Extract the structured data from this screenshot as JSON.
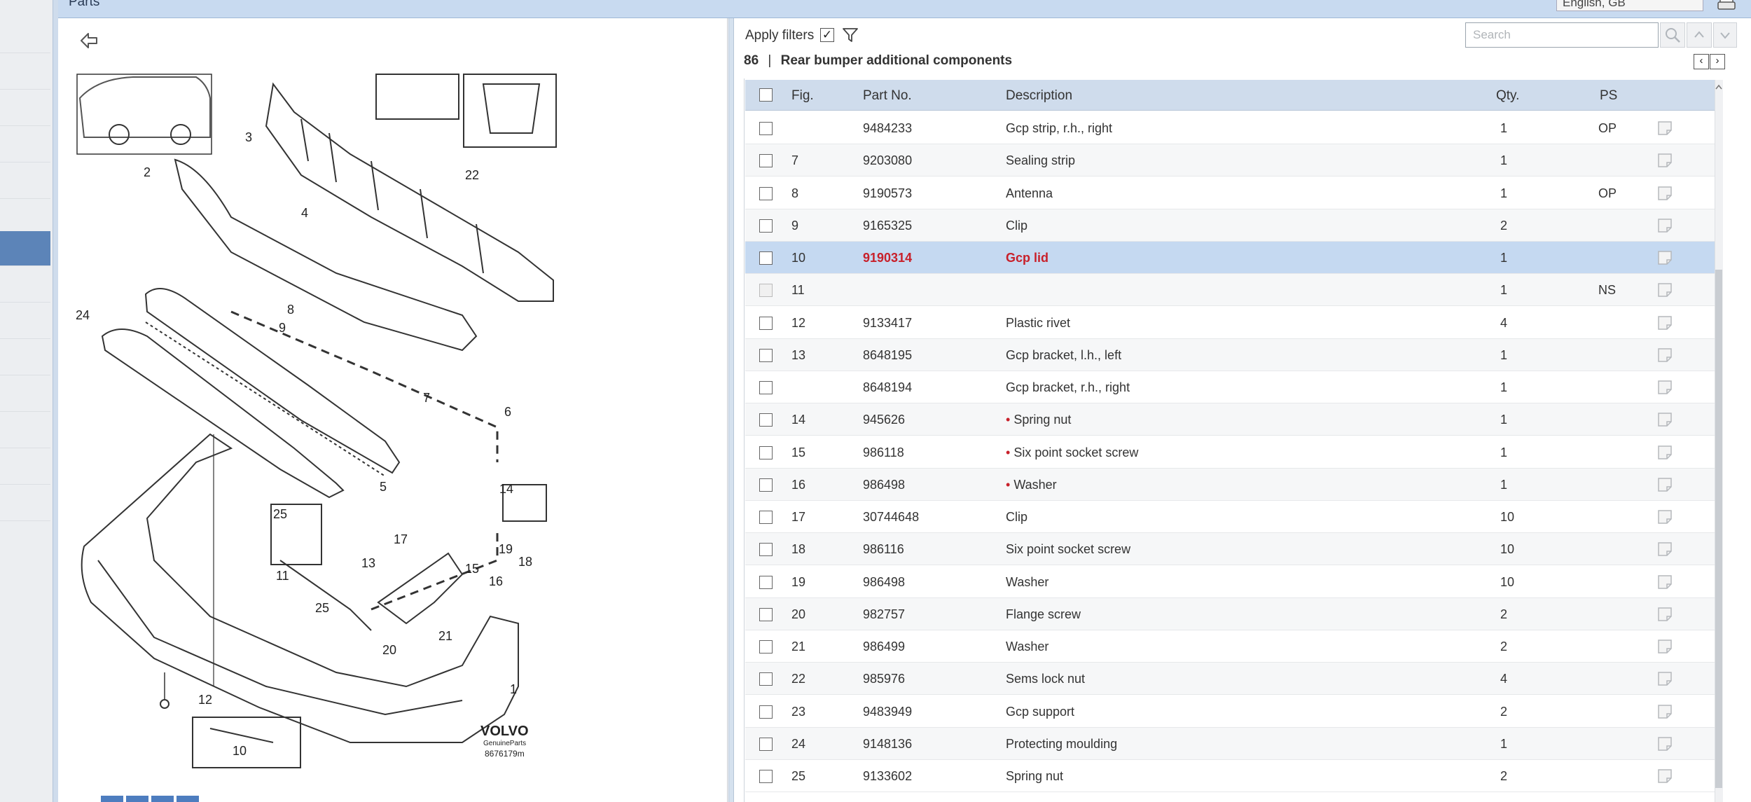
{
  "window": {
    "title": "Parts",
    "language": "English, GB"
  },
  "filters": {
    "apply_label": "Apply filters",
    "apply_checked": "✓"
  },
  "search": {
    "placeholder": "Search"
  },
  "section": {
    "number": "86",
    "separator": "|",
    "title": "Rear bumper additional components"
  },
  "pager": {
    "prev": "‹",
    "next": "›"
  },
  "columns": {
    "fig": "Fig.",
    "partno": "Part No.",
    "description": "Description",
    "qty": "Qty.",
    "ps": "PS"
  },
  "rows": [
    {
      "fig": "",
      "partno": "9484233",
      "description": "Gcp strip, r.h., right",
      "qty": "1",
      "ps": "OP",
      "dot": false,
      "selected": false,
      "disabled": false
    },
    {
      "fig": "7",
      "partno": "9203080",
      "description": "Sealing strip",
      "qty": "1",
      "ps": "",
      "dot": false,
      "selected": false,
      "disabled": false
    },
    {
      "fig": "8",
      "partno": "9190573",
      "description": "Antenna",
      "qty": "1",
      "ps": "OP",
      "dot": false,
      "selected": false,
      "disabled": false
    },
    {
      "fig": "9",
      "partno": "9165325",
      "description": "Clip",
      "qty": "2",
      "ps": "",
      "dot": false,
      "selected": false,
      "disabled": false
    },
    {
      "fig": "10",
      "partno": "9190314",
      "description": "Gcp lid",
      "qty": "1",
      "ps": "",
      "dot": false,
      "selected": true,
      "disabled": false
    },
    {
      "fig": "11",
      "partno": "",
      "description": "",
      "qty": "1",
      "ps": "NS",
      "dot": false,
      "selected": false,
      "disabled": true
    },
    {
      "fig": "12",
      "partno": "9133417",
      "description": "Plastic rivet",
      "qty": "4",
      "ps": "",
      "dot": false,
      "selected": false,
      "disabled": false
    },
    {
      "fig": "13",
      "partno": "8648195",
      "description": "Gcp bracket, l.h., left",
      "qty": "1",
      "ps": "",
      "dot": false,
      "selected": false,
      "disabled": false
    },
    {
      "fig": "",
      "partno": "8648194",
      "description": "Gcp bracket, r.h., right",
      "qty": "1",
      "ps": "",
      "dot": false,
      "selected": false,
      "disabled": false
    },
    {
      "fig": "14",
      "partno": "945626",
      "description": "Spring nut",
      "qty": "1",
      "ps": "",
      "dot": true,
      "selected": false,
      "disabled": false
    },
    {
      "fig": "15",
      "partno": "986118",
      "description": "Six point socket screw",
      "qty": "1",
      "ps": "",
      "dot": true,
      "selected": false,
      "disabled": false
    },
    {
      "fig": "16",
      "partno": "986498",
      "description": "Washer",
      "qty": "1",
      "ps": "",
      "dot": true,
      "selected": false,
      "disabled": false
    },
    {
      "fig": "17",
      "partno": "30744648",
      "description": "Clip",
      "qty": "10",
      "ps": "",
      "dot": false,
      "selected": false,
      "disabled": false
    },
    {
      "fig": "18",
      "partno": "986116",
      "description": "Six point socket screw",
      "qty": "10",
      "ps": "",
      "dot": false,
      "selected": false,
      "disabled": false
    },
    {
      "fig": "19",
      "partno": "986498",
      "description": "Washer",
      "qty": "10",
      "ps": "",
      "dot": false,
      "selected": false,
      "disabled": false
    },
    {
      "fig": "20",
      "partno": "982757",
      "description": "Flange screw",
      "qty": "2",
      "ps": "",
      "dot": false,
      "selected": false,
      "disabled": false
    },
    {
      "fig": "21",
      "partno": "986499",
      "description": "Washer",
      "qty": "2",
      "ps": "",
      "dot": false,
      "selected": false,
      "disabled": false
    },
    {
      "fig": "22",
      "partno": "985976",
      "description": "Sems lock nut",
      "qty": "4",
      "ps": "",
      "dot": false,
      "selected": false,
      "disabled": false
    },
    {
      "fig": "23",
      "partno": "9483949",
      "description": "Gcp support",
      "qty": "2",
      "ps": "",
      "dot": false,
      "selected": false,
      "disabled": false
    },
    {
      "fig": "24",
      "partno": "9148136",
      "description": "Protecting moulding",
      "qty": "1",
      "ps": "",
      "dot": false,
      "selected": false,
      "disabled": false
    },
    {
      "fig": "25",
      "partno": "9133602",
      "description": "Spring nut",
      "qty": "2",
      "ps": "",
      "dot": false,
      "selected": false,
      "disabled": false
    }
  ],
  "diagram": {
    "callouts": [
      "1",
      "2",
      "3",
      "4",
      "5",
      "6",
      "7",
      "8",
      "9",
      "10",
      "11",
      "12",
      "13",
      "14",
      "15",
      "16",
      "17",
      "18",
      "19",
      "20",
      "21",
      "22",
      "24",
      "25",
      "25"
    ],
    "brand": "VOLVO",
    "brand_sub": "GenuineParts",
    "ref": "8676179m"
  },
  "icons": {
    "back": "back-arrow-icon",
    "filter": "funnel-icon",
    "print": "printer-icon",
    "search": "search-icon",
    "up": "chevron-up-icon",
    "down": "chevron-down-icon",
    "note": "note-icon"
  },
  "colors": {
    "header_bg": "#c8daf0",
    "selected_row": "#c5d9f1",
    "highlight_text": "#c8202a",
    "nav_active": "#5c84b8"
  }
}
